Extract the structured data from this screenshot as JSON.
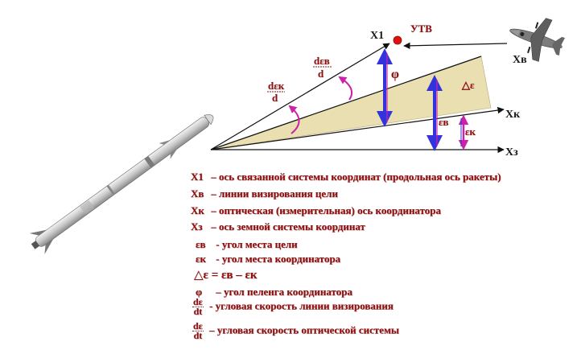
{
  "diagram": {
    "axis_labels": {
      "x1": "X1",
      "xv": "Xв",
      "xk": "Xк",
      "xz": "Xз"
    },
    "point_label": "УТВ",
    "angle_labels": {
      "phi": "φ",
      "eps_v": "εв",
      "eps_k": "εк",
      "delta_eps": "△ε",
      "d_eps_k_num": "dεк",
      "d_eps_k_den": "d",
      "d_eps_v_num": "dεв",
      "d_eps_v_den": "d"
    },
    "colors": {
      "label": "#8b1010",
      "arrow_blue": "#3333dd",
      "arrow_magenta": "#cc22aa",
      "sector_fill": "#e9dfb0",
      "point_red": "#e01010"
    }
  },
  "legend": {
    "items": [
      {
        "symbol": "X1",
        "text": " – ось связанной системы координат (продольная ось ракеты)"
      },
      {
        "symbol": "Xв",
        "text": " – линии  визирования  цели"
      },
      {
        "symbol": "Xк",
        "text": " – оптическая (измерительная) ось координатора"
      },
      {
        "symbol": "Xз",
        "text": " – ось земной системы координат"
      },
      {
        "symbol": "εв",
        "text": " - угол места цели"
      },
      {
        "symbol": "εк",
        "text": " - угол места координатора"
      },
      {
        "symbol": "△ε = εв – εк",
        "text": ""
      },
      {
        "symbol": "φ",
        "text": " – угол пеленга  координатора"
      },
      {
        "num": "dε",
        "den": "dt",
        "text": " - угловая скорость линии  визирования"
      },
      {
        "num": "dε",
        "den": "dt",
        "text": " – угловая скорость оптической системы"
      }
    ]
  }
}
